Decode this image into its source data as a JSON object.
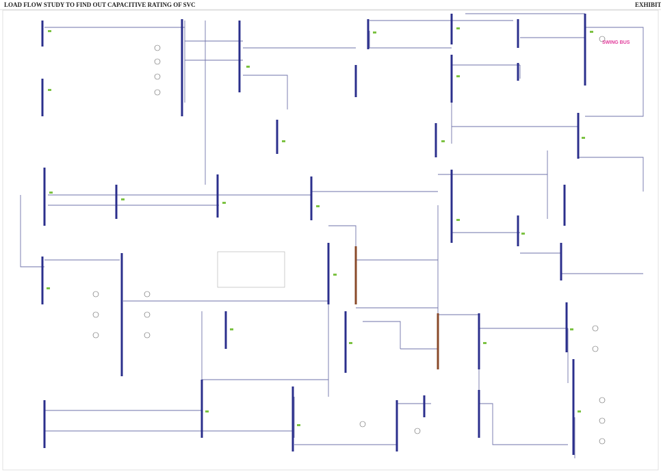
{
  "header": {
    "title": "LOAD FLOW STUDY TO FIND OUT CAPACITIVE RATING OF SVC",
    "exhibit": "EXHIBIT"
  },
  "annotations": {
    "swing_bus": "SWING BUS"
  },
  "colors": {
    "bus": "#2b2f8c",
    "line": "#6e72a8",
    "label_magenta": "#c8169b",
    "swing_label": "#e23b9b",
    "indicator_green": "#7cc242"
  }
}
